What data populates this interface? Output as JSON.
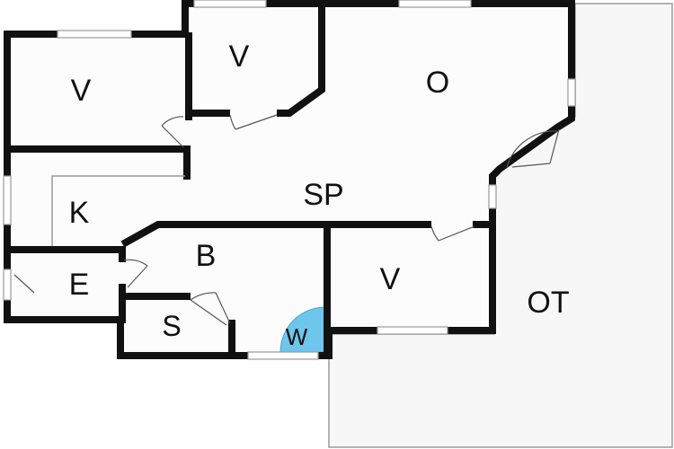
{
  "rooms": {
    "v_top_left": "V",
    "v_top_middle": "V",
    "o": "O",
    "k": "K",
    "sp": "SP",
    "b": "B",
    "e": "E",
    "s": "S",
    "w": "W",
    "v_bottom": "V",
    "ot": "OT"
  },
  "colors": {
    "wall": "#111111",
    "floor": "#fcfcfc",
    "terrace": "#f7f7f7",
    "wet_area": "#6ec6ec"
  }
}
